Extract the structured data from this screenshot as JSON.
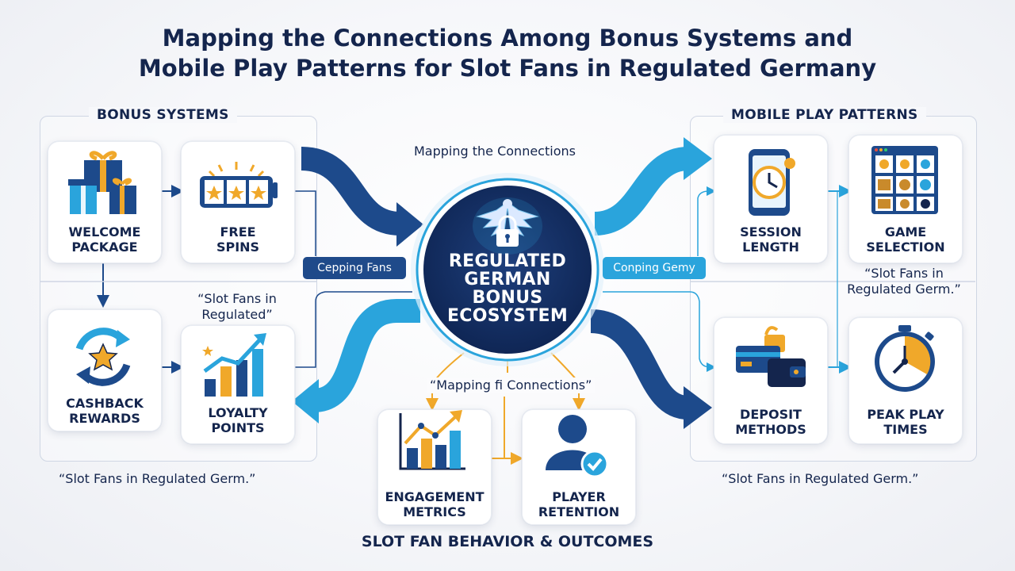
{
  "title_lines": [
    "Mapping the Connections Among Bonus Systems and",
    "Mobile Play Patterns for Slot Fans in Regulated Germany"
  ],
  "left_panel": {
    "title": "BONUS SYSTEMS",
    "cards": [
      {
        "label_lines": [
          "WELCOME",
          "PACKAGE"
        ],
        "icon": "gift-boxes-icon"
      },
      {
        "label_lines": [
          "FREE",
          "SPINS"
        ],
        "icon": "slot-reels-icon"
      },
      {
        "label_lines": [
          "CASHBACK",
          "REWARDS"
        ],
        "icon": "cycle-star-icon"
      },
      {
        "label_lines": [
          "LOYALTY",
          "POINTS"
        ],
        "icon": "growth-chart-icon"
      }
    ],
    "quote_lines": [
      "“Slot Fans in",
      "Regulated”"
    ],
    "footer_quote": "“Slot Fans in Regulated Germ.”"
  },
  "right_panel": {
    "title": "MOBILE PLAY PATTERNS",
    "cards": [
      {
        "label_lines": [
          "SESSION",
          "LENGTH"
        ],
        "icon": "phone-clock-icon"
      },
      {
        "label_lines": [
          "GAME",
          "SELECTION"
        ],
        "icon": "game-grid-icon"
      },
      {
        "label_lines": [
          "DEPOSIT",
          "METHODS"
        ],
        "icon": "card-wallet-icon"
      },
      {
        "label_lines": [
          "PEAK PLAY",
          "TIMES"
        ],
        "icon": "stopwatch-icon"
      }
    ],
    "quote_lines": [
      "“Slot Fans in",
      "Regulated Germ.”"
    ],
    "footer_quote": "“Slot Fans in Regulated Germ.”"
  },
  "center": {
    "caption_top": "Mapping the Connections",
    "hub_lines": [
      "REGULATED",
      "GERMAN",
      "BONUS",
      "ECOSYSTEM"
    ],
    "hub_icon": "eagle-lock-icon",
    "pill_left": "Cepping Fans",
    "pill_right": "Conping Gemy",
    "caption_mid": "“Mapping fi Connections”"
  },
  "bottom": {
    "title": "SLOT FAN BEHAVIOR & OUTCOMES",
    "cards": [
      {
        "label_lines": [
          "ENGAGEMENT",
          "METRICS"
        ],
        "icon": "metrics-chart-icon"
      },
      {
        "label_lines": [
          "PLAYER",
          "RETENTION"
        ],
        "icon": "user-check-icon"
      }
    ]
  },
  "colors": {
    "navy": "#14254d",
    "dark_blue": "#1d4a8b",
    "light_blue": "#2aa4dc",
    "gold": "#f0a82a"
  }
}
